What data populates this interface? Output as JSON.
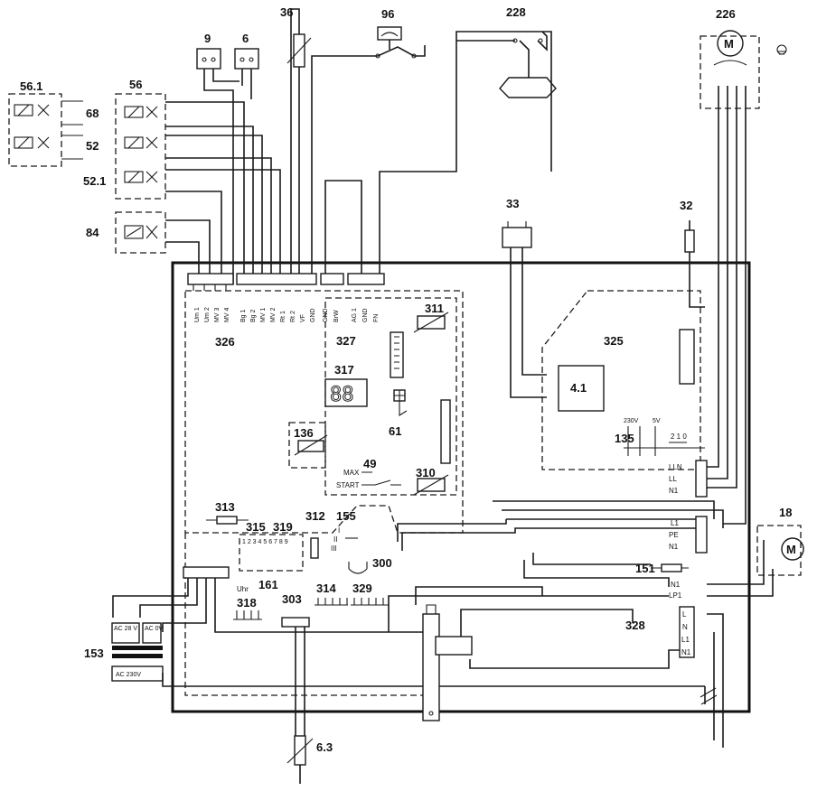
{
  "components": {
    "c56_1": "56.1",
    "c68": "68",
    "c52": "52",
    "c56": "56",
    "c52_1": "52.1",
    "c84": "84",
    "c9": "9",
    "c6": "6",
    "c36": "36",
    "c96": "96",
    "c228": "228",
    "c226": "226",
    "c33": "33",
    "c32": "32",
    "c326": "326",
    "c327": "327",
    "c317": "317",
    "c61": "61",
    "c311": "311",
    "c325": "325",
    "c4_1": "4.1",
    "c135": "135",
    "c136": "136",
    "c49": "49",
    "c310": "310",
    "c313": "313",
    "c312": "312",
    "c155": "155",
    "c315": "315",
    "c319": "319",
    "c300": "300",
    "c161": "161",
    "c318": "318",
    "c303": "303",
    "c314": "314",
    "c329": "329",
    "c151": "151",
    "c18": "18",
    "c328": "328",
    "c153": "153",
    "c6_3": "6.3"
  },
  "display_317": "88",
  "motor_226": "M",
  "motor_18": "M",
  "pins_326_left": [
    "Um 1",
    "Um 2",
    "MV 3",
    "MV 4"
  ],
  "pins_326_mid": [
    "Bg 1",
    "Bg 2",
    "MV 1",
    "MV 2",
    "Rt 1",
    "Rt 2",
    "VF",
    "GND"
  ],
  "pins_326_b": [
    "GND",
    "BrW"
  ],
  "pins_326_c": [
    "AG 1",
    "GND",
    "FN"
  ],
  "terminals_a": [
    "LLN",
    "LL",
    "N1"
  ],
  "terminals_b": [
    "L1",
    "PE",
    "N1"
  ],
  "terminals_c": [
    "N1",
    "LP1"
  ],
  "terminals_328": [
    "L",
    "N",
    "L1",
    "N1"
  ],
  "voltage_230": "230V",
  "voltage_5": "5V",
  "switch_135": "2 1 0",
  "max_label": "MAX",
  "start_label": "START",
  "ac_28": "AC 28 V",
  "ac_0": "AC 0V",
  "ac_230": "AC 230V",
  "uhr": "Uhr",
  "selector_155": [
    "I",
    "II",
    "III"
  ],
  "dip_315": "1 2 3 4 5 6 7 8 9"
}
